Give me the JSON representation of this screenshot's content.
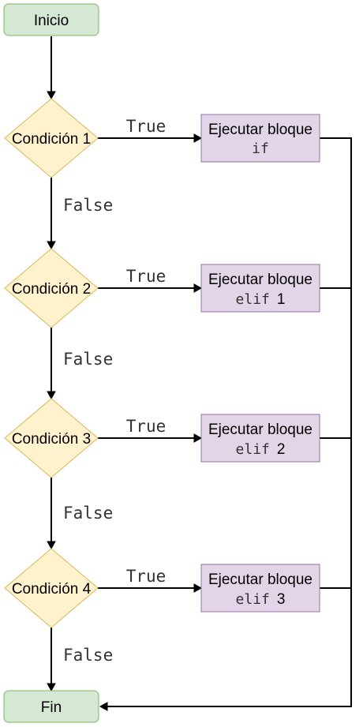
{
  "nodes": {
    "start": {
      "label": "Inicio"
    },
    "end": {
      "label": "Fin"
    },
    "conditions": [
      {
        "label": "Condición 1"
      },
      {
        "label": "Condición 2"
      },
      {
        "label": "Condición 3"
      },
      {
        "label": "Condición 4"
      }
    ],
    "blocks": [
      {
        "label": "Ejecutar bloque",
        "keyword": "if",
        "number": ""
      },
      {
        "label": "Ejecutar bloque",
        "keyword": "elif",
        "number": "1"
      },
      {
        "label": "Ejecutar bloque",
        "keyword": "elif",
        "number": "2"
      },
      {
        "label": "Ejecutar bloque",
        "keyword": "elif",
        "number": "3"
      }
    ]
  },
  "edge_labels": {
    "true_label": "True",
    "false_label": "False"
  },
  "colors": {
    "terminal_fill": "#d5e8d4",
    "terminal_stroke": "#82b366",
    "decision_fill": "#fff2cc",
    "decision_stroke": "#d6b656",
    "process_fill": "#e1d5e7",
    "process_stroke": "#9673a6"
  }
}
